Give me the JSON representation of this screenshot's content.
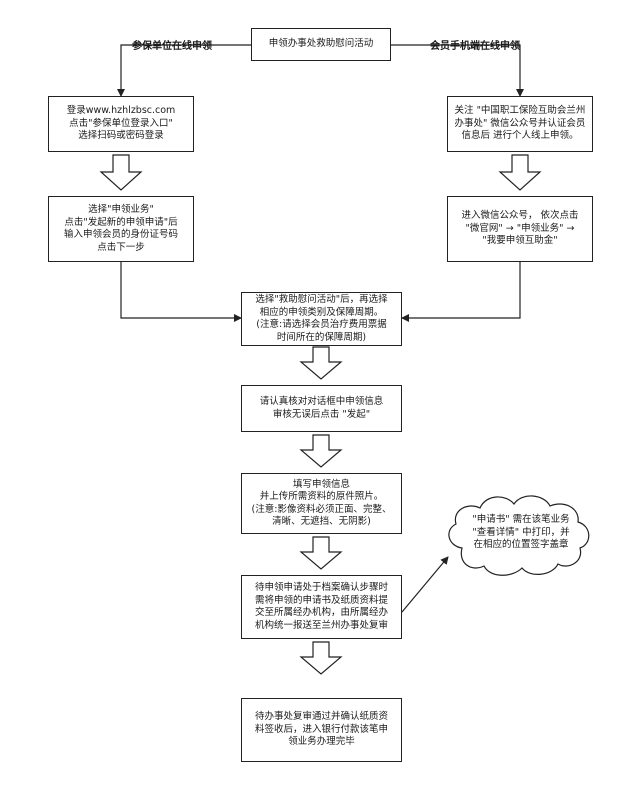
{
  "nodes": {
    "top": "申领办事处救助慰问活动",
    "left1": "登录www.hzhlzbsc.com\n点击\"参保单位登录入口\"\n选择扫码或密码登录",
    "right1": "关注 \"中国职工保险互助会兰州\n办事处\" 微信公众号并认证会员\n信息后 进行个人线上申领。",
    "left2": "选择\"申领业务\"\n点击\"发起新的申领申请\"后\n输入申领会员的身份证号码\n点击下一步",
    "right2": "进入微信公众号， 依次点击\n\"微官网\" → \"申领业务\" →\n\"我要申领互助金\"",
    "step3": "选择\"救助慰问活动\"后，再选择\n相应的申领类别及保障周期。\n(注意:请选择会员治疗费用票据\n时间所在的保障周期)",
    "step4": "请认真核对对话框中申领信息\n审核无误后点击 \"发起\"",
    "step5": "填写申领信息\n并上传所需资料的原件照片。\n(注意:影像资料必须正面、完整、\n清晰、无遮挡、无阴影)",
    "step6": "待申领申请处于档案确认步骤时\n需将申领的申请书及纸质资料提\n交至所属经办机构，由所属经办\n机构统一报送至兰州办事处复审",
    "step7": "待办事处复审通过并确认纸质资\n料签收后，进入银行付款该笔申\n领业务办理完毕",
    "cloud": "\"申请书\" 需在该笔业务\n\"查看详情\" 中打印，并\n在相应的位置签字盖章"
  },
  "edge_labels": {
    "left": "参保单位在线申领",
    "right": "会员手机端在线申领"
  },
  "colors": {
    "stroke": "#222222",
    "background": "#ffffff",
    "text": "#1a1a1a"
  }
}
